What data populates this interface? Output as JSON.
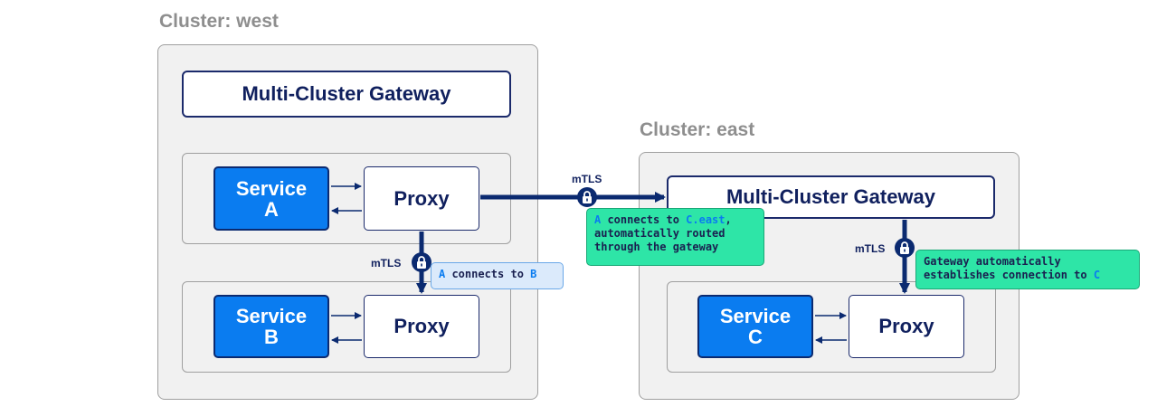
{
  "clusters": {
    "west": {
      "label": "Cluster: west",
      "gateway": "Multi-Cluster Gateway",
      "service_a": {
        "line1": "Service",
        "line2": "A"
      },
      "proxy_a": "Proxy",
      "service_b": {
        "line1": "Service",
        "line2": "B"
      },
      "proxy_b": "Proxy"
    },
    "east": {
      "label": "Cluster: east",
      "gateway": "Multi-Cluster Gateway",
      "service_c": {
        "line1": "Service",
        "line2": "C"
      },
      "proxy_c": "Proxy"
    }
  },
  "mtls_label": "mTLS",
  "callouts": {
    "a_to_b": {
      "pre": "A",
      "mid": " connects to ",
      "post": "B"
    },
    "a_to_c": {
      "pre": "A",
      "mid": " connects to ",
      "hl": "C.east",
      "tail": ",",
      "line2": "automatically routed",
      "line3": "through the gateway"
    },
    "gateway": {
      "line1": "Gateway automatically",
      "line2_pre": "establishes connection to ",
      "line2_hl": "C"
    }
  },
  "colors": {
    "service_fill": "#0a7cf0",
    "navy": "#0b2a70",
    "callout_green": "#2ee5a7",
    "callout_blue": "#dbeafb",
    "cluster_label": "#8e8e8e"
  }
}
